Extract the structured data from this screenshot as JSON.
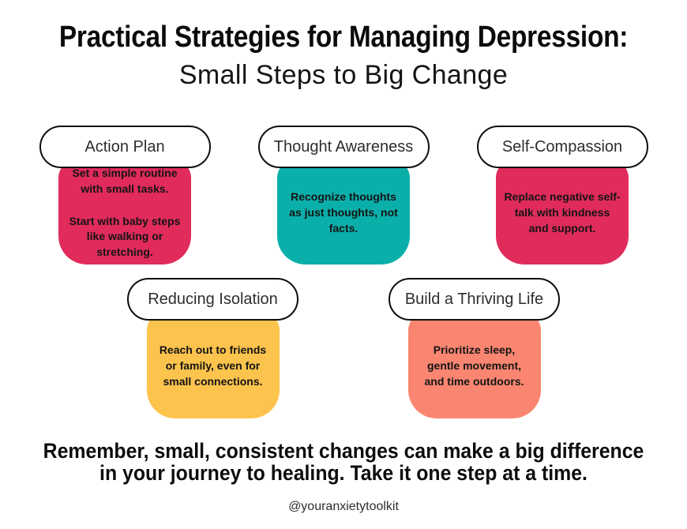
{
  "title": "Practical Strategies for Managing Depression:",
  "subtitle": "Small Steps to Big Change",
  "colors": {
    "crimson": "#E02B5B",
    "teal": "#0AAFAA",
    "yellow": "#FCC34D",
    "salmon": "#FA8671",
    "pill_border": "#0F0F0F",
    "pill_background": "#FFFFFF"
  },
  "cards": [
    {
      "label": "Action Plan",
      "color": "#E02B5B",
      "paragraphs": [
        "Set a simple routine\nwith small tasks.",
        "Start with baby steps\nlike walking or\nstretching."
      ]
    },
    {
      "label": "Thought Awareness",
      "color": "#0AAFAA",
      "paragraphs": [
        "Recognize thoughts\nas just thoughts, not\nfacts."
      ]
    },
    {
      "label": "Self-Compassion",
      "color": "#E02B5B",
      "paragraphs": [
        "Replace negative self-\ntalk with kindness\nand support."
      ]
    },
    {
      "label": "Reducing Isolation",
      "color": "#FCC34D",
      "paragraphs": [
        "Reach out to friends\nor family, even for\nsmall connections."
      ]
    },
    {
      "label": "Build a Thriving Life",
      "color": "#FA8671",
      "paragraphs": [
        "Prioritize sleep,\ngentle movement,\nand time outdoors."
      ]
    }
  ],
  "closing": {
    "lines": [
      "Remember, small, consistent changes can make a big difference",
      "in your journey to healing. Take it one step at a time."
    ]
  },
  "handle": "@youranxietytoolkit"
}
